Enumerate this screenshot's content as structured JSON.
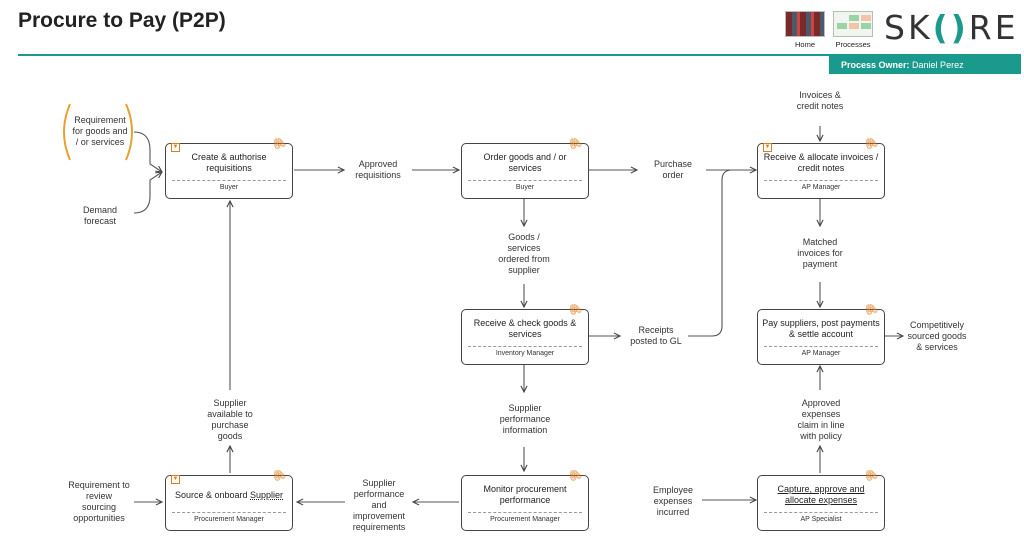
{
  "header": {
    "title": "Procure to Pay (P2P)",
    "nav": [
      {
        "label": "Home"
      },
      {
        "label": "Processes"
      }
    ],
    "logo_left": "SK",
    "logo_paren_l": "(",
    "logo_paren_r": ")",
    "logo_right": "RE",
    "owner_label": "Process Owner:",
    "owner_name": "Daniel Perez"
  },
  "boxes": {
    "create": {
      "label": "Create & authorise requisitions",
      "role": "Buyer"
    },
    "order": {
      "label": "Order goods and / or services",
      "role": "Buyer"
    },
    "receive_inv": {
      "label": "Receive & allocate invoices / credit notes",
      "role": "AP Manager"
    },
    "receive_check": {
      "label": "Receive & check goods & services",
      "role": "Inventory Manager"
    },
    "pay": {
      "label": "Pay suppliers, post payments & settle account",
      "role": "AP Manager"
    },
    "source_prefix": "Source & onboard ",
    "source_word": "Supplier",
    "source_role": "Procurement Manager",
    "monitor": {
      "label": "Monitor procurement performance",
      "role": "Procurement Manager"
    },
    "capture": {
      "label": "Capture, approve and allocate expenses",
      "role": "AP Specialist"
    }
  },
  "flows": {
    "req_goods": [
      "Requirement",
      "for goods and",
      "/ or services"
    ],
    "demand": [
      "Demand",
      "forecast"
    ],
    "approved_req": [
      "Approved",
      "requisitions"
    ],
    "purchase_order": [
      "Purchase",
      "order"
    ],
    "invoices": [
      "Invoices &",
      "credit notes"
    ],
    "goods_ordered": [
      "Goods /",
      "services",
      "ordered from",
      "supplier"
    ],
    "matched": [
      "Matched",
      "invoices for",
      "payment"
    ],
    "receipts": [
      "Receipts",
      "posted to GL"
    ],
    "competitive": [
      "Competitively",
      "sourced goods",
      "& services"
    ],
    "supplier_avail": [
      "Supplier",
      "available to",
      "purchase",
      "goods"
    ],
    "supplier_perf_info": [
      "Supplier",
      "performance",
      "information"
    ],
    "approved_exp": [
      "Approved",
      "expenses",
      "claim in line",
      "with policy"
    ],
    "req_review": [
      "Requirement to",
      "review",
      "sourcing",
      "opportunities"
    ],
    "supplier_perf_req": [
      "Supplier",
      "performance",
      "and",
      "improvement",
      "requirements"
    ],
    "employee_exp": [
      "Employee",
      "expenses",
      "incurred"
    ]
  },
  "icons": {
    "clip": "paperclip-icon",
    "flag": "dropdown-flag-icon",
    "bracket": "orange-bracket"
  },
  "colors": {
    "accent": "#1a9a8c",
    "highlight": "#e07a1a",
    "link": "#1565c0"
  }
}
